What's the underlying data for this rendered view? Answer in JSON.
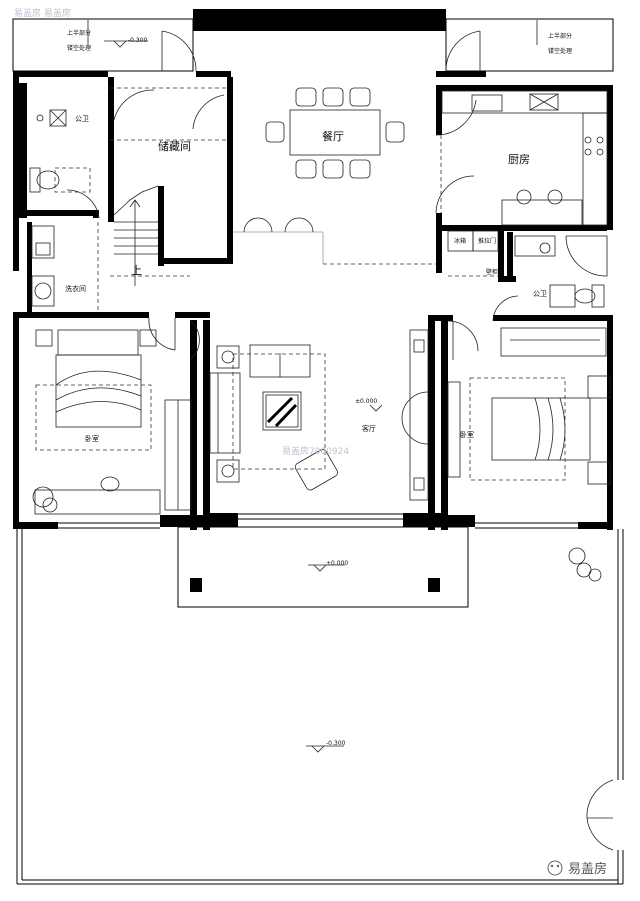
{
  "rooms": {
    "dining": "餐厅",
    "storage": "储藏间",
    "kitchen": "厨房",
    "wc_left": "公卫",
    "wc_right": "公卫",
    "laundry": "洗衣间",
    "bedroom_left": "卧室",
    "bedroom_right": "卧室",
    "living": "客厅",
    "stairs_up": "上"
  },
  "labels": {
    "void_left_line1": "上半部分",
    "void_left_line2": "镂空处理",
    "void_right_line1": "上半部分",
    "void_right_line2": "镂空处理",
    "fridge": "冰箱",
    "sliding_door": "推拉门",
    "wall_cabinet": "壁柜"
  },
  "elevations": {
    "top_left": "-0.300",
    "living": "±0.000",
    "terrace": "±0.000",
    "yard": "-0.300"
  },
  "watermark": {
    "center": "易盖房7000924",
    "top_left": "易盖房 易盖房"
  },
  "brand": {
    "name": "易盖房"
  }
}
